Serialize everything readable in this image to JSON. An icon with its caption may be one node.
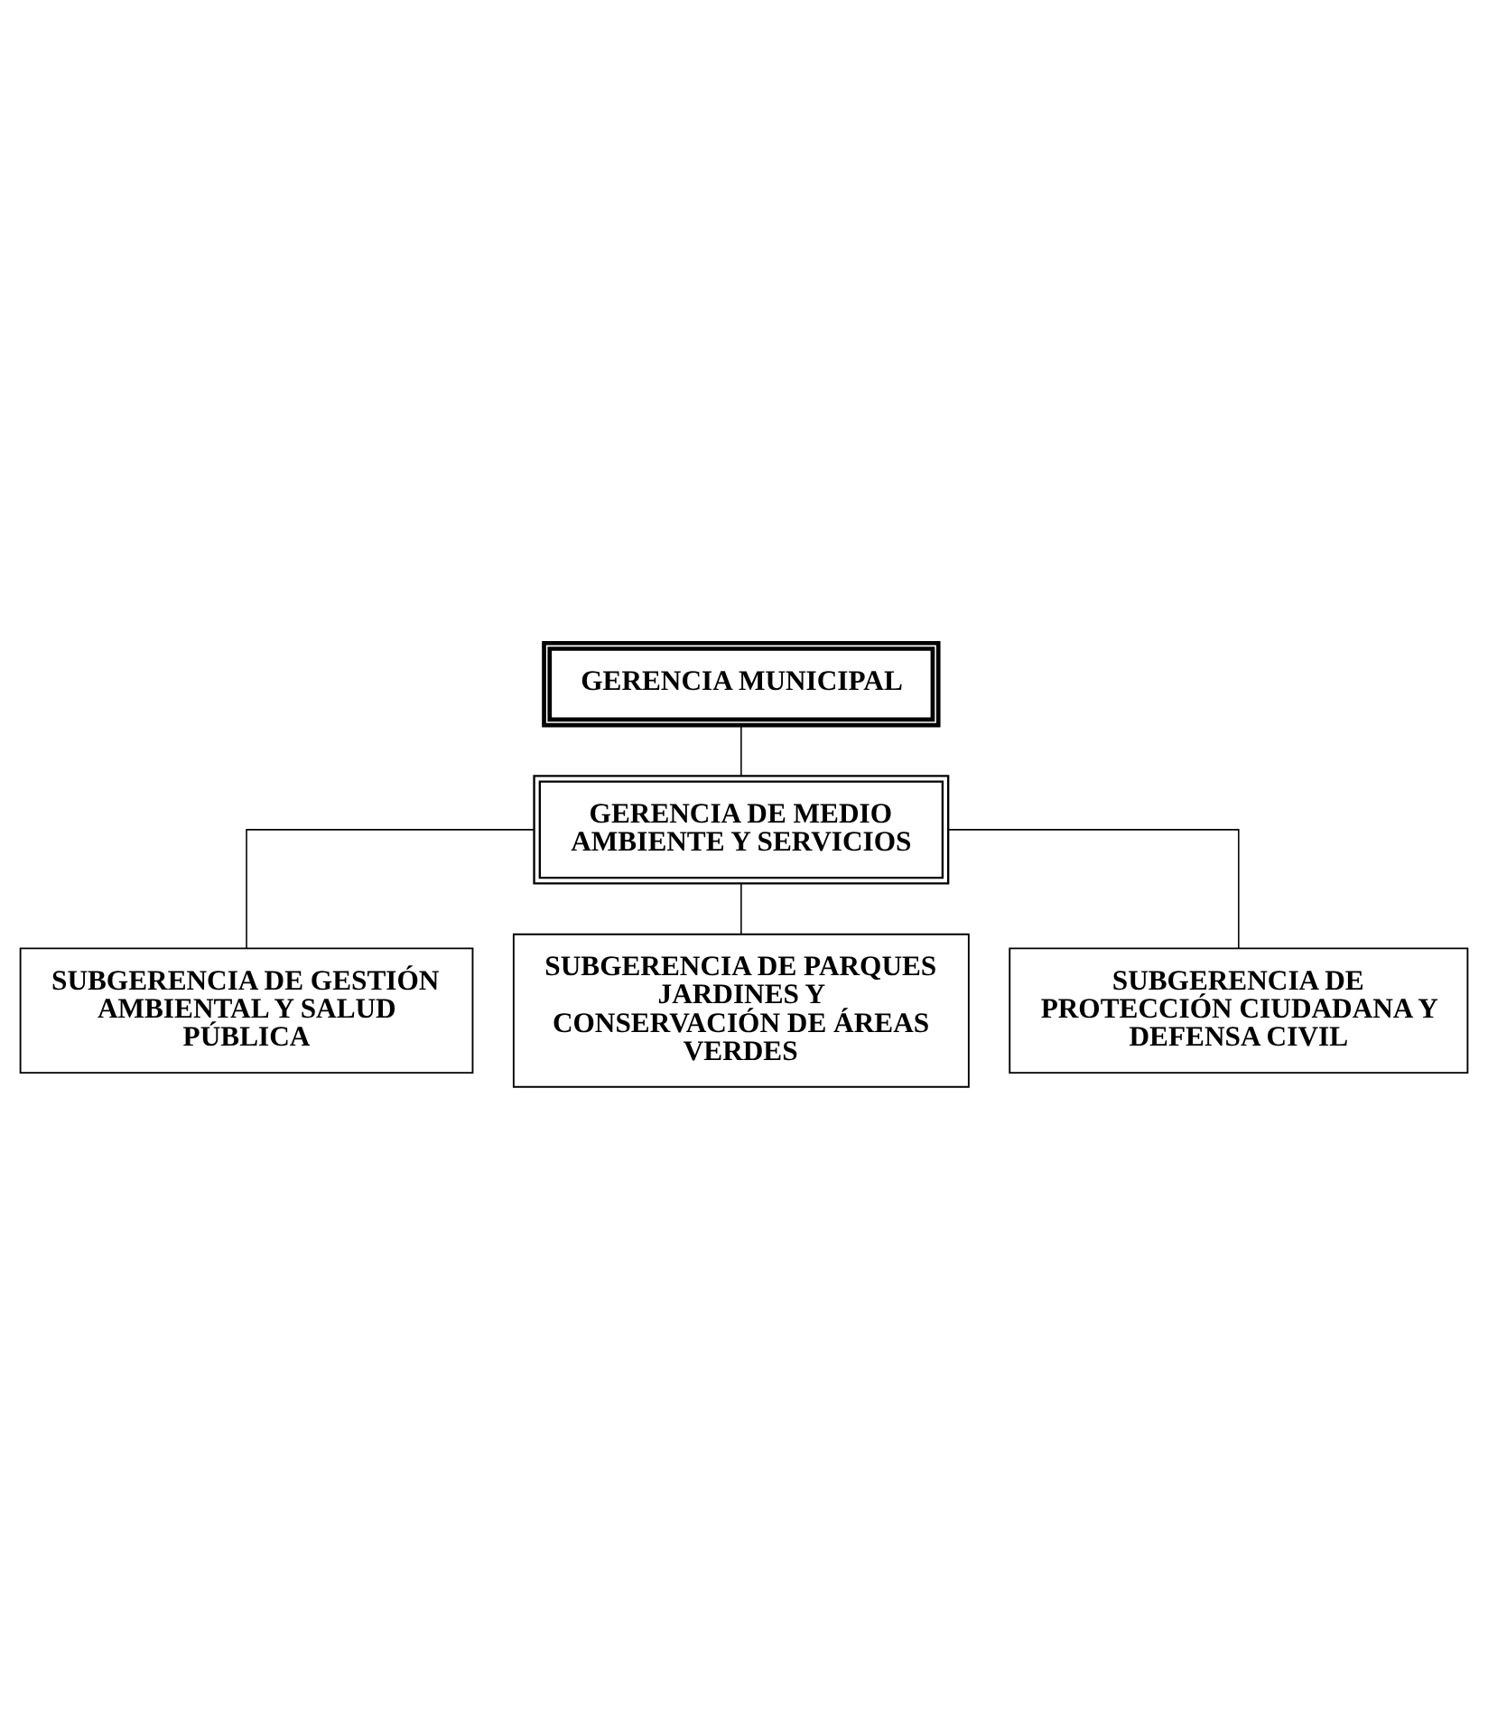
{
  "diagram": {
    "nodes": [
      {
        "text": [
          "GERENCIA MUNICIPAL"
        ]
      },
      {
        "text": [
          "GERENCIA DE MEDIO AMBIENTE Y SERVICIOS"
        ]
      },
      {
        "text": [
          "SUBGERENCIA DE GESTIÓN AMBIENTAL Y SALUD PÚBLICA"
        ]
      },
      {
        "text": [
          "SUBGERENCIA DE PARQUES JARDINES Y CONSERVACIÓN DE ÁREAS VERDES"
        ]
      },
      {
        "text": [
          "SUBGERENCIA DE PROTECCIÓN CIUDADANA Y DEFENSA CIVIL"
        ]
      }
    ],
    "edges": [
      {
        "from": 0,
        "to": 1,
        "arrow": "none"
      },
      {
        "from": 1,
        "to": 2,
        "arrow": "none"
      },
      {
        "from": 1,
        "to": 3,
        "arrow": "none"
      },
      {
        "from": 1,
        "to": 4,
        "arrow": "none"
      }
    ]
  }
}
